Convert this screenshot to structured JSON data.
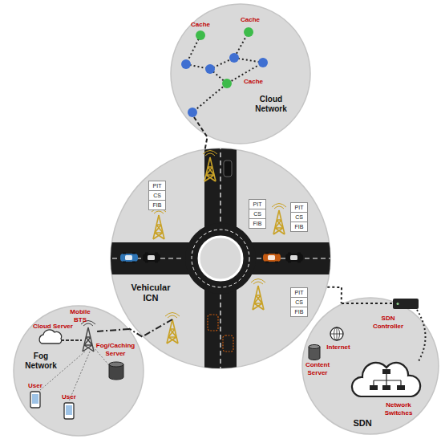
{
  "diagram": {
    "nodes": [
      {
        "text": [
          "Cloud Network"
        ]
      },
      {
        "text": [
          "Vehicular ICN"
        ]
      },
      {
        "text": [
          "PIT"
        ],
        "in": 1
      },
      {
        "text": [
          "CS"
        ],
        "in": 1
      },
      {
        "text": [
          "FIB"
        ],
        "in": 1
      },
      {
        "text": [
          "PIT"
        ],
        "in": 1
      },
      {
        "text": [
          "CS"
        ],
        "in": 1
      },
      {
        "text": [
          "FIB"
        ],
        "in": 1
      },
      {
        "text": [
          "PIT"
        ],
        "in": 1
      },
      {
        "text": [
          "CS"
        ],
        "in": 1
      },
      {
        "text": [
          "FIB"
        ],
        "in": 1
      },
      {
        "text": [
          "PIT"
        ],
        "in": 1
      },
      {
        "text": [
          "CS"
        ],
        "in": 1
      },
      {
        "text": [
          "FIB"
        ],
        "in": 1
      },
      {
        "text": [
          "Fog Network"
        ]
      },
      {
        "text": [
          "SDN"
        ]
      }
    ],
    "edges": [
      {
        "from": 1,
        "to": 0,
        "arrow": "none"
      },
      {
        "from": 1,
        "to": 14,
        "arrow": "none"
      },
      {
        "from": 1,
        "to": 15,
        "arrow": "none"
      }
    ],
    "labels": [
      "Cache",
      "Cache",
      "Cache",
      "Cloud Server",
      "Mobile BTS",
      "Fog/Caching Server",
      "User",
      "User",
      "Internet",
      "Content Server",
      "SDN Controller",
      "Network Switches"
    ]
  }
}
